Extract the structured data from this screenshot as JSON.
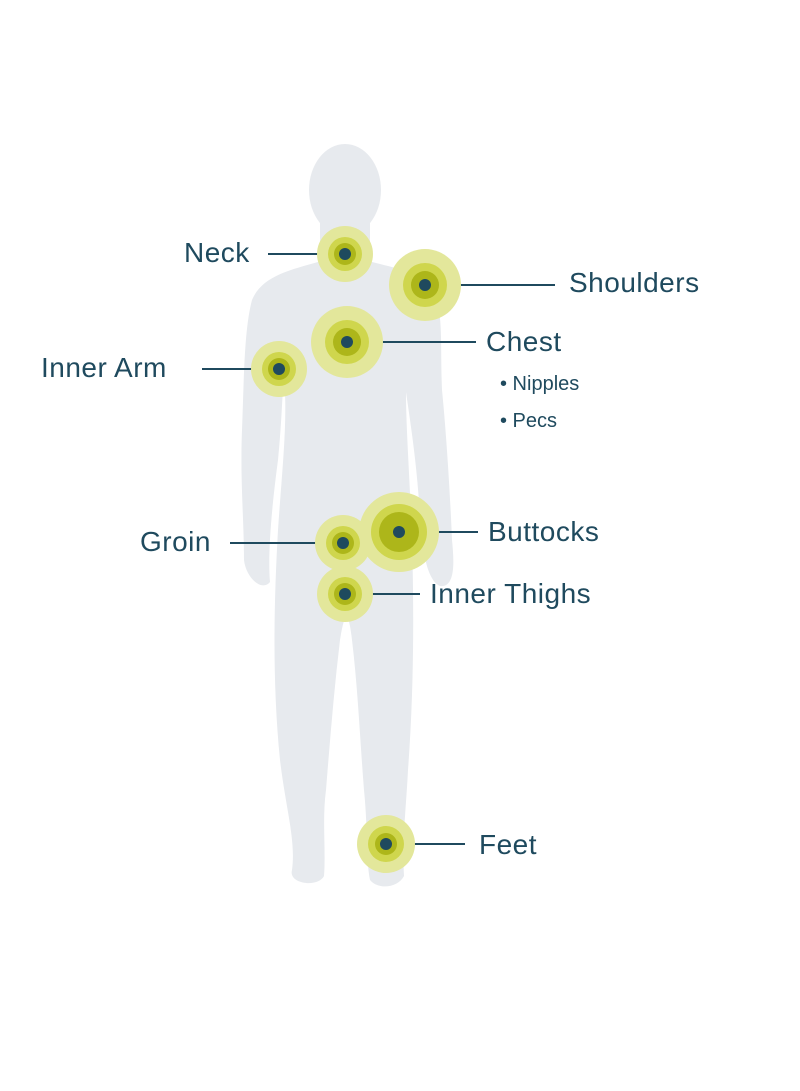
{
  "colors": {
    "silhouette": "#e7eaee",
    "ring_outer": "#e3e79b",
    "ring_middle": "#cfd64d",
    "ring_inner": "#adb61a",
    "dot": "#1f4a5e",
    "leader": "#1f4a5e",
    "text": "#1f4a5e"
  },
  "labels": {
    "neck": "Neck",
    "shoulders": "Shoulders",
    "chest": "Chest",
    "nipples": "• Nipples",
    "pecs": "• Pecs",
    "inner_arm": "Inner Arm",
    "groin": "Groin",
    "buttocks": "Buttocks",
    "inner_thighs": "Inner Thighs",
    "feet": "Feet"
  }
}
